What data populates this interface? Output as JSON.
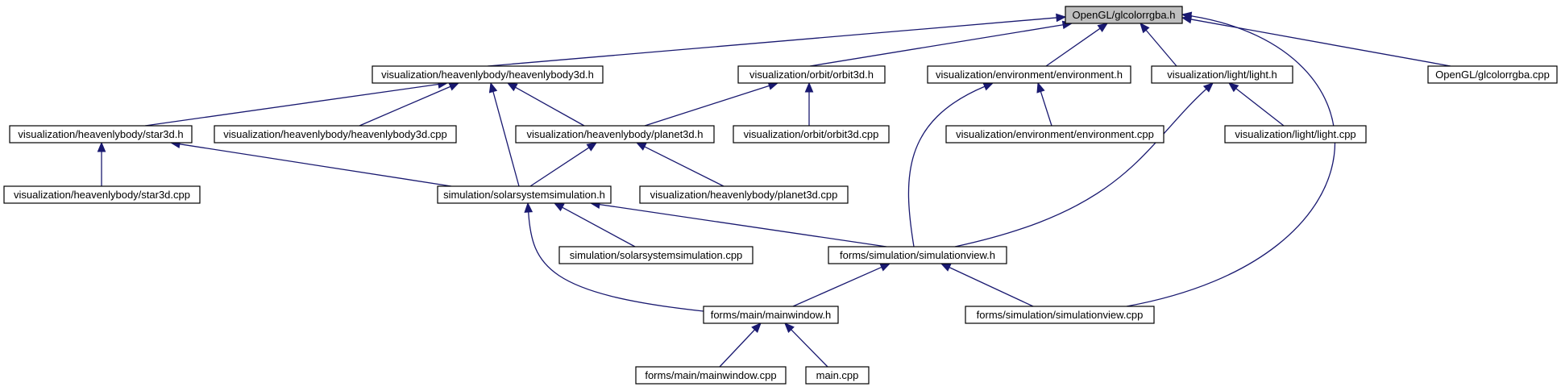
{
  "nodes": [
    {
      "id": "glcolorrgba_h",
      "label": "OpenGL/glcolorrgba.h",
      "root": true
    },
    {
      "id": "heavenlybody3d_h",
      "label": "visualization/heavenlybody/heavenlybody3d.h"
    },
    {
      "id": "orbit3d_h",
      "label": "visualization/orbit/orbit3d.h"
    },
    {
      "id": "environment_h",
      "label": "visualization/environment/environment.h"
    },
    {
      "id": "light_h",
      "label": "visualization/light/light.h"
    },
    {
      "id": "glcolorrgba_cpp",
      "label": "OpenGL/glcolorrgba.cpp"
    },
    {
      "id": "star3d_h",
      "label": "visualization/heavenlybody/star3d.h"
    },
    {
      "id": "heavenlybody3d_cpp",
      "label": "visualization/heavenlybody/heavenlybody3d.cpp"
    },
    {
      "id": "planet3d_h",
      "label": "visualization/heavenlybody/planet3d.h"
    },
    {
      "id": "orbit3d_cpp",
      "label": "visualization/orbit/orbit3d.cpp"
    },
    {
      "id": "environment_cpp",
      "label": "visualization/environment/environment.cpp"
    },
    {
      "id": "light_cpp",
      "label": "visualization/light/light.cpp"
    },
    {
      "id": "star3d_cpp",
      "label": "visualization/heavenlybody/star3d.cpp"
    },
    {
      "id": "solarsystemsimulation_h",
      "label": "simulation/solarsystemsimulation.h"
    },
    {
      "id": "planet3d_cpp",
      "label": "visualization/heavenlybody/planet3d.cpp"
    },
    {
      "id": "solarsystemsimulation_cpp",
      "label": "simulation/solarsystemsimulation.cpp"
    },
    {
      "id": "simulationview_h",
      "label": "forms/simulation/simulationview.h"
    },
    {
      "id": "mainwindow_h",
      "label": "forms/main/mainwindow.h"
    },
    {
      "id": "simulationview_cpp",
      "label": "forms/simulation/simulationview.cpp"
    },
    {
      "id": "mainwindow_cpp",
      "label": "forms/main/mainwindow.cpp"
    },
    {
      "id": "main_cpp",
      "label": "main.cpp"
    }
  ],
  "edges": [
    {
      "from": "heavenlybody3d_h",
      "to": "glcolorrgba_h"
    },
    {
      "from": "orbit3d_h",
      "to": "glcolorrgba_h"
    },
    {
      "from": "environment_h",
      "to": "glcolorrgba_h"
    },
    {
      "from": "light_h",
      "to": "glcolorrgba_h"
    },
    {
      "from": "glcolorrgba_cpp",
      "to": "glcolorrgba_h"
    },
    {
      "from": "simulationview_cpp",
      "to": "glcolorrgba_h"
    },
    {
      "from": "star3d_h",
      "to": "heavenlybody3d_h"
    },
    {
      "from": "heavenlybody3d_cpp",
      "to": "heavenlybody3d_h"
    },
    {
      "from": "planet3d_h",
      "to": "heavenlybody3d_h"
    },
    {
      "from": "solarsystemsimulation_h",
      "to": "heavenlybody3d_h"
    },
    {
      "from": "planet3d_h",
      "to": "orbit3d_h"
    },
    {
      "from": "orbit3d_cpp",
      "to": "orbit3d_h"
    },
    {
      "from": "environment_cpp",
      "to": "environment_h"
    },
    {
      "from": "simulationview_h",
      "to": "environment_h"
    },
    {
      "from": "light_cpp",
      "to": "light_h"
    },
    {
      "from": "simulationview_h",
      "to": "light_h"
    },
    {
      "from": "star3d_cpp",
      "to": "star3d_h"
    },
    {
      "from": "solarsystemsimulation_h",
      "to": "star3d_h"
    },
    {
      "from": "solarsystemsimulation_h",
      "to": "planet3d_h"
    },
    {
      "from": "planet3d_cpp",
      "to": "planet3d_h"
    },
    {
      "from": "solarsystemsimulation_cpp",
      "to": "solarsystemsimulation_h"
    },
    {
      "from": "simulationview_h",
      "to": "solarsystemsimulation_h"
    },
    {
      "from": "mainwindow_h",
      "to": "solarsystemsimulation_h"
    },
    {
      "from": "mainwindow_h",
      "to": "simulationview_h"
    },
    {
      "from": "simulationview_cpp",
      "to": "simulationview_h"
    },
    {
      "from": "mainwindow_cpp",
      "to": "mainwindow_h"
    },
    {
      "from": "main_cpp",
      "to": "mainwindow_h"
    }
  ],
  "colors": {
    "edge": "#191970",
    "root_fill": "#bfbfbf",
    "node_fill": "#ffffff",
    "node_stroke": "#000000"
  }
}
